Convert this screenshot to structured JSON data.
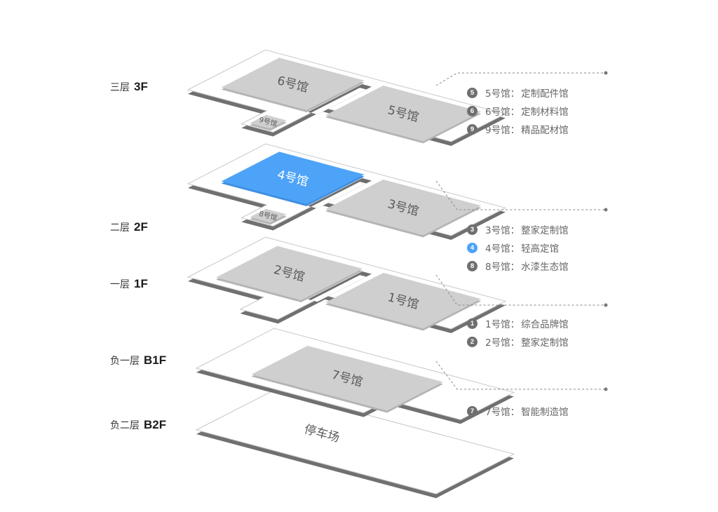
{
  "colors": {
    "plate": "#ffffff",
    "plate_edge": "#707070",
    "plate_outline": "#c8c8c8",
    "hall": "#cfcfcf",
    "hall_side": "#b4b4b4",
    "hall_active": "#4da3f7",
    "hall_active_side": "#3f8fe0",
    "leader": "#8a8a8a"
  },
  "floors": [
    {
      "id": "3F",
      "cn": "三层",
      "code": "3F"
    },
    {
      "id": "2F",
      "cn": "二层",
      "code": "2F"
    },
    {
      "id": "1F",
      "cn": "一层",
      "code": "1F"
    },
    {
      "id": "B1F",
      "cn": "负一层",
      "code": "B1F"
    },
    {
      "id": "B2F",
      "cn": "负二层",
      "code": "B2F"
    }
  ],
  "halls": {
    "h6": "6号馆",
    "h5": "5号馆",
    "h9": "9号馆",
    "h4": "4号馆",
    "h3": "3号馆",
    "h8": "8号馆",
    "h2": "2号馆",
    "h1": "1号馆",
    "h7": "7号馆",
    "parking": "停车场"
  },
  "highlighted_hall": "4",
  "legend": [
    {
      "group": "3F",
      "items": [
        {
          "num": "5",
          "hall": "5号馆",
          "sep": "：",
          "desc": "定制配件馆",
          "active": false
        },
        {
          "num": "6",
          "hall": "6号馆",
          "sep": "：",
          "desc": "定制材料馆",
          "active": false
        },
        {
          "num": "9",
          "hall": "9号馆",
          "sep": "：",
          "desc": "精品配材馆",
          "active": false
        }
      ]
    },
    {
      "group": "2F",
      "items": [
        {
          "num": "3",
          "hall": "3号馆",
          "sep": "：",
          "desc": "整家定制馆",
          "active": false
        },
        {
          "num": "4",
          "hall": "4号馆",
          "sep": "：",
          "desc": "轻高定馆",
          "active": true
        },
        {
          "num": "8",
          "hall": "8号馆",
          "sep": "：",
          "desc": "水漆生态馆",
          "active": false
        }
      ]
    },
    {
      "group": "1F",
      "items": [
        {
          "num": "1",
          "hall": "1号馆",
          "sep": "：",
          "desc": "综合品牌馆",
          "active": false
        },
        {
          "num": "2",
          "hall": "2号馆",
          "sep": "：",
          "desc": "整家定制馆",
          "active": false
        }
      ]
    },
    {
      "group": "B1F",
      "items": [
        {
          "num": "7",
          "hall": "7号馆",
          "sep": "： ",
          "desc": "智能制造馆",
          "active": false
        }
      ]
    }
  ]
}
